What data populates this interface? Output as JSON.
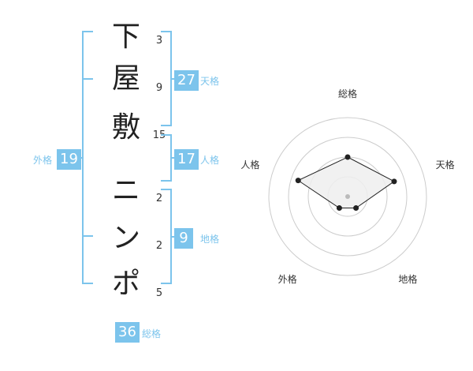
{
  "name_chars": [
    {
      "char": "下",
      "strokes": "3"
    },
    {
      "char": "屋",
      "strokes": "9"
    },
    {
      "char": "敷",
      "strokes": "15"
    },
    {
      "char": "ニ",
      "strokes": "2"
    },
    {
      "char": "ン",
      "strokes": "2"
    },
    {
      "char": "ポ",
      "strokes": "5"
    }
  ],
  "kakusu": {
    "tenkaku": {
      "value": "27",
      "label": "天格"
    },
    "jinkaku": {
      "value": "17",
      "label": "人格"
    },
    "chikaku": {
      "value": "9",
      "label": "地格"
    },
    "gaikaku": {
      "value": "19",
      "label": "外格"
    },
    "soukaku": {
      "value": "36",
      "label": "総格"
    }
  },
  "colors": {
    "accent": "#7cc4ec",
    "grid": "#cccccc",
    "polygon_fill": "#eeeeee",
    "polygon_stroke": "#222222"
  },
  "chart_data": {
    "type": "radar",
    "axes": [
      "総格",
      "天格",
      "地格",
      "外格",
      "人格"
    ],
    "scale": [
      0,
      5
    ],
    "rings": 4,
    "values": [
      2.5,
      3.1,
      0.9,
      0.9,
      3.3
    ]
  }
}
